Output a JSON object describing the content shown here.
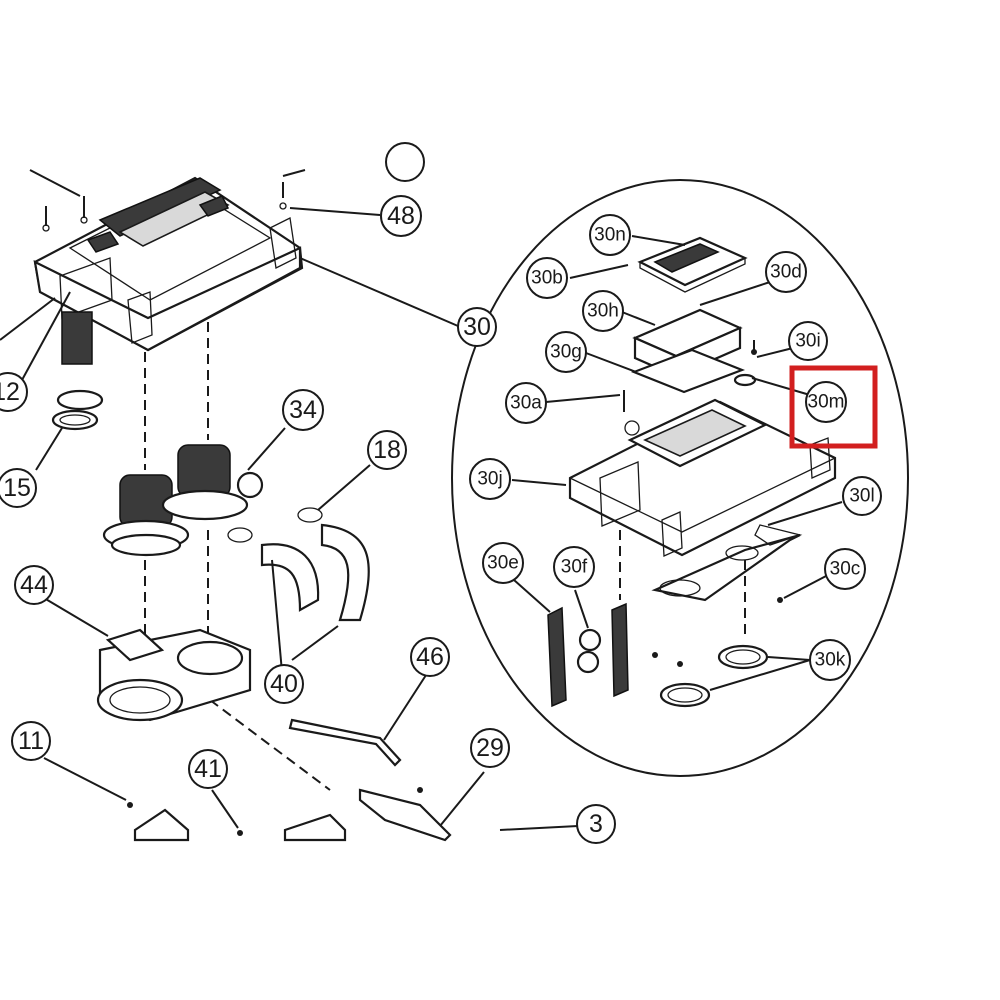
{
  "colors": {
    "ink": "#1a1a1a",
    "highlight": "#d21f1f",
    "paper": "#ffffff"
  },
  "callouts": {
    "c48": "48",
    "c30": "30",
    "c12": "12",
    "c15": "15",
    "c34": "34",
    "c18": "18",
    "c44": "44",
    "c40": "40",
    "c46": "46",
    "c11": "11",
    "c41": "41",
    "c29": "29",
    "c3": "3",
    "c30n": "30n",
    "c30b": "30b",
    "c30d": "30d",
    "c30h": "30h",
    "c30i": "30i",
    "c30g": "30g",
    "c30a": "30a",
    "c30m": "30m",
    "c30j": "30j",
    "c30l": "30l",
    "c30e": "30e",
    "c30f": "30f",
    "c30c": "30c",
    "c30k": "30k"
  },
  "highlight_target": "30m"
}
